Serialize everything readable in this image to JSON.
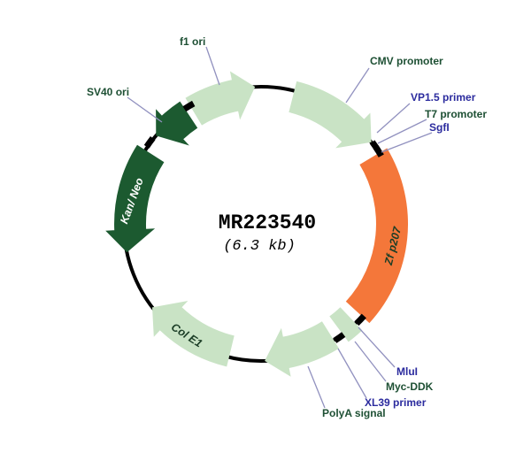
{
  "plasmid": {
    "name": "MR223540",
    "size_label": "(6.3 kb)"
  },
  "features": {
    "f1_ori": {
      "label": "f1 ori",
      "band_color": "#c9e3c5"
    },
    "cmv_promoter": {
      "label": "CMV promoter",
      "band_color": "#c9e3c5"
    },
    "vp15_primer": {
      "label": "VP1.5 primer"
    },
    "t7_promoter": {
      "label": "T7 promoter"
    },
    "sgfi_site": {
      "label": "SgfI"
    },
    "zf_p207": {
      "label": "Zf p207",
      "band_color": "#f4773a"
    },
    "mlui_site": {
      "label": "MluI"
    },
    "myc_ddk": {
      "label": "Myc-DDK",
      "band_color": "#c9e3c5"
    },
    "xl39_primer": {
      "label": "XL39 primer"
    },
    "polya_signal": {
      "label": "PolyA signal",
      "band_color": "#c9e3c5"
    },
    "col_e1": {
      "label": "Col E1",
      "band_color": "#c9e3c5"
    },
    "kan_neo": {
      "label": "Kan/ Neo",
      "band_color": "#1c5a30"
    },
    "sv40_ori": {
      "label": "SV40 ori",
      "band_color": "#1c5a30"
    }
  },
  "colors": {
    "background": "#ffffff",
    "backbone": "#000000",
    "light_green": "#c9e3c5",
    "dark_green": "#1c5a30",
    "orange": "#f4773a",
    "feature_label": "#1e5034",
    "site_label": "#2b2b9e",
    "leader_line": "#9191bf",
    "band_text_on_dark": "#ffffff",
    "band_text_on_light": "#1b3d26",
    "title": "#000000"
  }
}
